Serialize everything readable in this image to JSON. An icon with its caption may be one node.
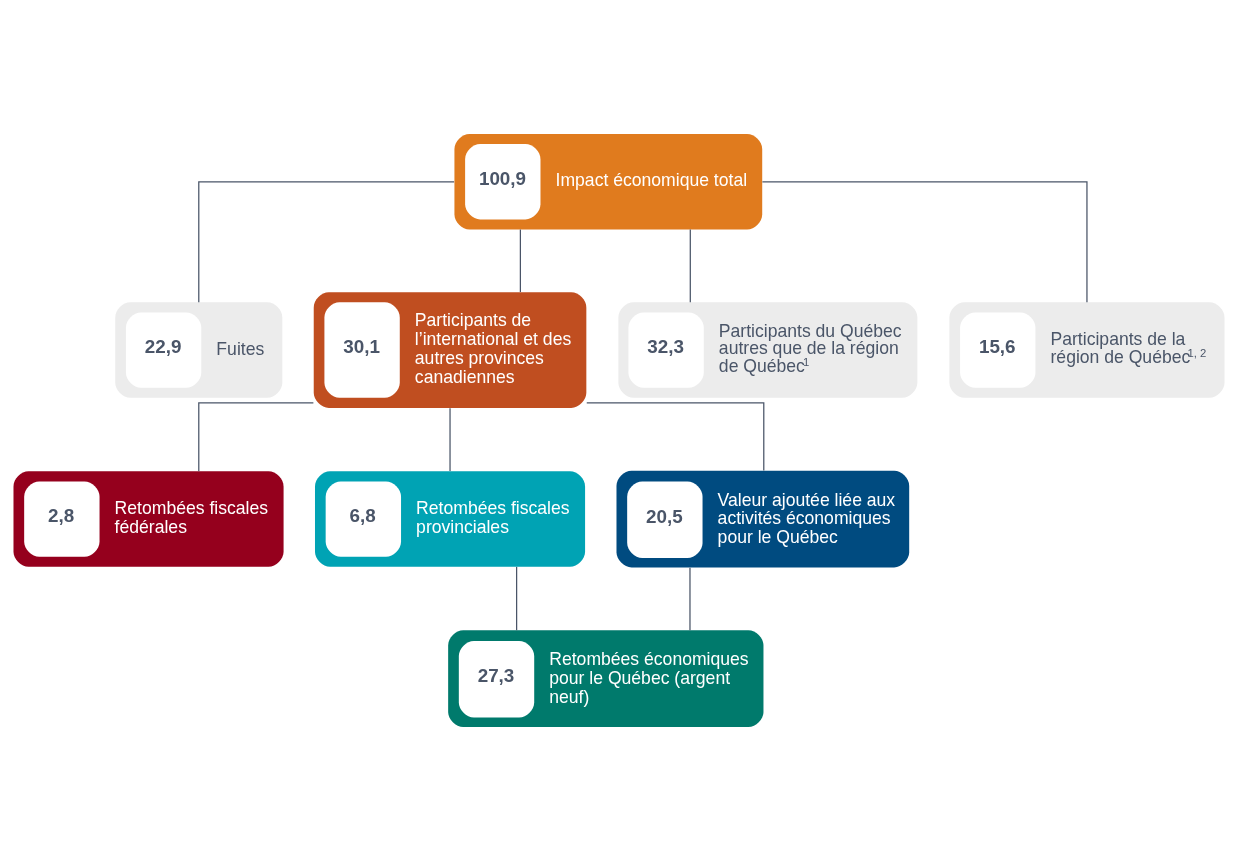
{
  "diagram": {
    "nodes": [
      {
        "text": [
          "100,9",
          "Impact économique total"
        ]
      },
      {
        "text": [
          "22,9",
          "Fuites"
        ]
      },
      {
        "text": [
          "30,1",
          "Participants de l’international et des autres provinces canadiennes"
        ]
      },
      {
        "text": [
          "32,3",
          "Participants du Québec autres que de la région de Québec$^{1}$"
        ]
      },
      {
        "text": [
          "15,6",
          "Participants de la région de Québec$^{1, 2}$"
        ]
      },
      {
        "text": [
          "2,8",
          "Retombées fiscales fédérales"
        ]
      },
      {
        "text": [
          "6,8",
          "Retombées fiscales provinciales"
        ]
      },
      {
        "text": [
          "20,5",
          "Valeur ajoutée liée aux activités économiques pour le Québec"
        ]
      },
      {
        "text": [
          "27,3",
          "Retombées économiques pour le Québec (argent neuf)"
        ]
      }
    ],
    "edges": [
      {
        "from": 0,
        "to": 1,
        "arrow": "none"
      },
      {
        "from": 0,
        "to": 2,
        "arrow": "none"
      },
      {
        "from": 0,
        "to": 3,
        "arrow": "none"
      },
      {
        "from": 0,
        "to": 4,
        "arrow": "none"
      },
      {
        "from": 2,
        "to": 5,
        "arrow": "none"
      },
      {
        "from": 2,
        "to": 6,
        "arrow": "none"
      },
      {
        "from": 2,
        "to": 7,
        "arrow": "none"
      },
      {
        "from": 6,
        "to": 8,
        "arrow": "none"
      },
      {
        "from": 7,
        "to": 8,
        "arrow": "none"
      }
    ]
  }
}
